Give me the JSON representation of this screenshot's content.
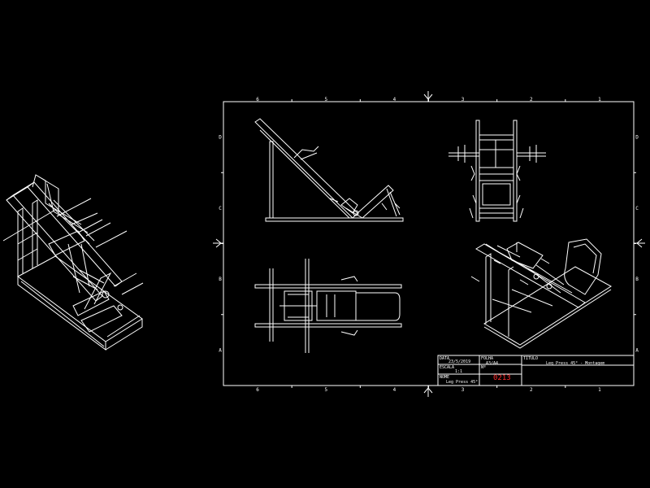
{
  "drawing": {
    "colors": {
      "background": "#000000",
      "line": "#ffffff",
      "accent": "#ff2a2a"
    },
    "zone_columns": [
      "6",
      "5",
      "4",
      "3",
      "2",
      "1"
    ],
    "zone_rows": [
      "D",
      "C",
      "B",
      "A"
    ],
    "title_block": {
      "date_label": "DATA",
      "date_value": "23/5/2019",
      "scale_label": "ESCALA",
      "scale_value": "1:1",
      "name_label": "NOME",
      "name_value": "Leg Press 45°",
      "sheet_label": "FOLHA",
      "sheet_value": "A3/A4",
      "number_label": "Nº",
      "number_value": "0213",
      "title_label": "TÍTULO",
      "title_value": "Leg Press 45° - Montagem"
    }
  }
}
